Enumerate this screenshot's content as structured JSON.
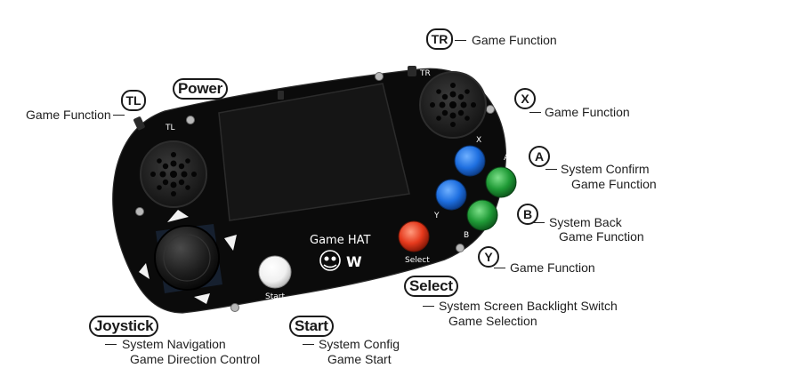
{
  "board": {
    "title": "Game HAT",
    "logo_mark": "W",
    "tl_mark": "TL",
    "tr_mark": "TR",
    "x_mark": "X",
    "y_mark": "Y",
    "a_mark": "A",
    "b_mark": "B",
    "select_mark": "Select",
    "start_mark": "Start"
  },
  "callouts": {
    "tr": {
      "key": "TR",
      "line1": "Game Function"
    },
    "tl": {
      "key": "TL",
      "line1": "Game Function"
    },
    "power": {
      "key": "Power"
    },
    "x": {
      "key": "X",
      "line1": "Game Function"
    },
    "a": {
      "key": "A",
      "line1": "System Confirm",
      "line2": "Game Function"
    },
    "b": {
      "key": "B",
      "line1": "System Back",
      "line2": "Game Function"
    },
    "y": {
      "key": "Y",
      "line1": "Game Function"
    },
    "select": {
      "key": "Select",
      "line1": "System Screen Backlight Switch",
      "line2": "Game Selection"
    },
    "start": {
      "key": "Start",
      "line1": "System Config",
      "line2": "Game Start"
    },
    "joystick": {
      "key": "Joystick",
      "line1": "System Navigation",
      "line2": "Game Direction Control"
    }
  },
  "colors": {
    "board": "#0b0b0b",
    "screen": "#151515",
    "btn_blue": "#1e6fe0",
    "btn_green": "#1f9a36",
    "btn_red": "#e5391c",
    "btn_white": "#f7f7f7"
  }
}
